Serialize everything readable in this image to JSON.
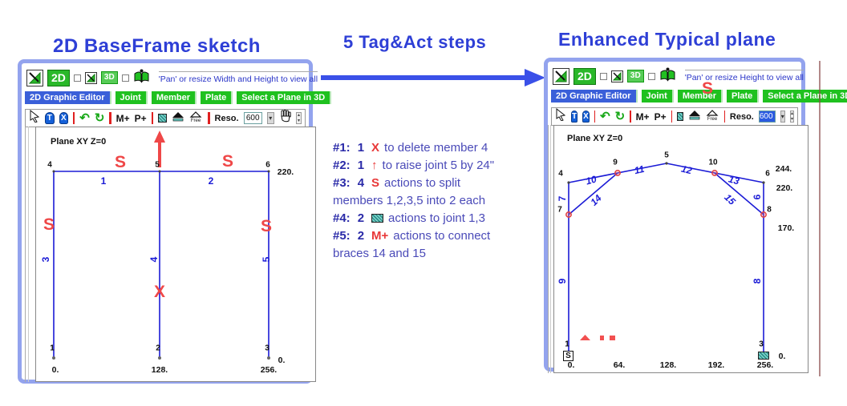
{
  "titles": {
    "left": "2D BaseFrame sketch",
    "middle": "5 Tag&Act steps",
    "right": "Enhanced Typical plane"
  },
  "colors": {
    "accent_blue": "#2e3fd6",
    "frame_blue": "#1b1bd6",
    "annotation_red": "#ef4747",
    "button_green": "#1fc11f",
    "button_blue": "#3a5fd9",
    "panel_border": "#93a3ee",
    "support_teal": "#7fd8d0"
  },
  "panel": {
    "logo2d": "2D",
    "logo3d": "3D",
    "pan_hint_left": "'Pan' or resize Width and Height to view all",
    "pan_hint_right": "'Pan' or resize Height to view all",
    "tabs": [
      "2D Graphic Editor",
      "Joint",
      "Member",
      "Plate",
      "Select a Plane in 3D"
    ],
    "btn_t": "T",
    "btn_x": "X",
    "undo": "↶",
    "redo": "↻",
    "m_plus": "M+",
    "p_plus": "P+",
    "free": "Free",
    "reso": "Reso.",
    "reso_value": "600",
    "spinner_up": "▴",
    "spinner_down": "▾"
  },
  "left_canvas": {
    "plane": "Plane XY Z=0",
    "top_joints": [
      "4",
      "5",
      "6"
    ],
    "bottom_joints": [
      "1",
      "2",
      "3"
    ],
    "beam_members": [
      "1",
      "2"
    ],
    "col_members": [
      "3",
      "4",
      "5"
    ],
    "dim_top": "220.",
    "dim_base": "0.",
    "x_ticks": [
      "0.",
      "128.",
      "256."
    ],
    "s_mark": "S",
    "x_mark": "X"
  },
  "right_canvas": {
    "plane": "Plane XY Z=0",
    "joints": {
      "j1": "1",
      "j3": "3",
      "j4": "4",
      "j5": "5",
      "j6": "6",
      "j7": "7",
      "j8": "8",
      "j9": "9",
      "j10": "10"
    },
    "members": {
      "m6": "6",
      "m7": "7",
      "m8": "8",
      "m9": "9",
      "m10": "10",
      "m11": "11",
      "m12": "12",
      "m13": "13",
      "m14": "14",
      "m15": "15"
    },
    "dims": {
      "d244": "244.",
      "d220": "220.",
      "d170": "170.",
      "d0": "0."
    },
    "x_ticks": [
      "0.",
      "64.",
      "128.",
      "192.",
      "256."
    ],
    "support_s": "S",
    "s_mark": "S"
  },
  "steps": [
    {
      "prefix": "#1:",
      "count": "1",
      "sym": "X",
      "text": "to delete member 4"
    },
    {
      "prefix": "#2:",
      "count": "1",
      "sym": "↑",
      "text": "to raise joint 5 by 24\""
    },
    {
      "prefix": "#3:",
      "count": "4",
      "sym": "S",
      "text": "actions to split"
    },
    {
      "cont": "members 1,2,3,5 into 2 each"
    },
    {
      "prefix": "#4:",
      "count": "2",
      "text": "actions to joint 1,3"
    },
    {
      "prefix": "#5:",
      "count": "2",
      "sym": "M+",
      "text": "actions to connect"
    },
    {
      "cont": "braces 14 and 15"
    }
  ]
}
